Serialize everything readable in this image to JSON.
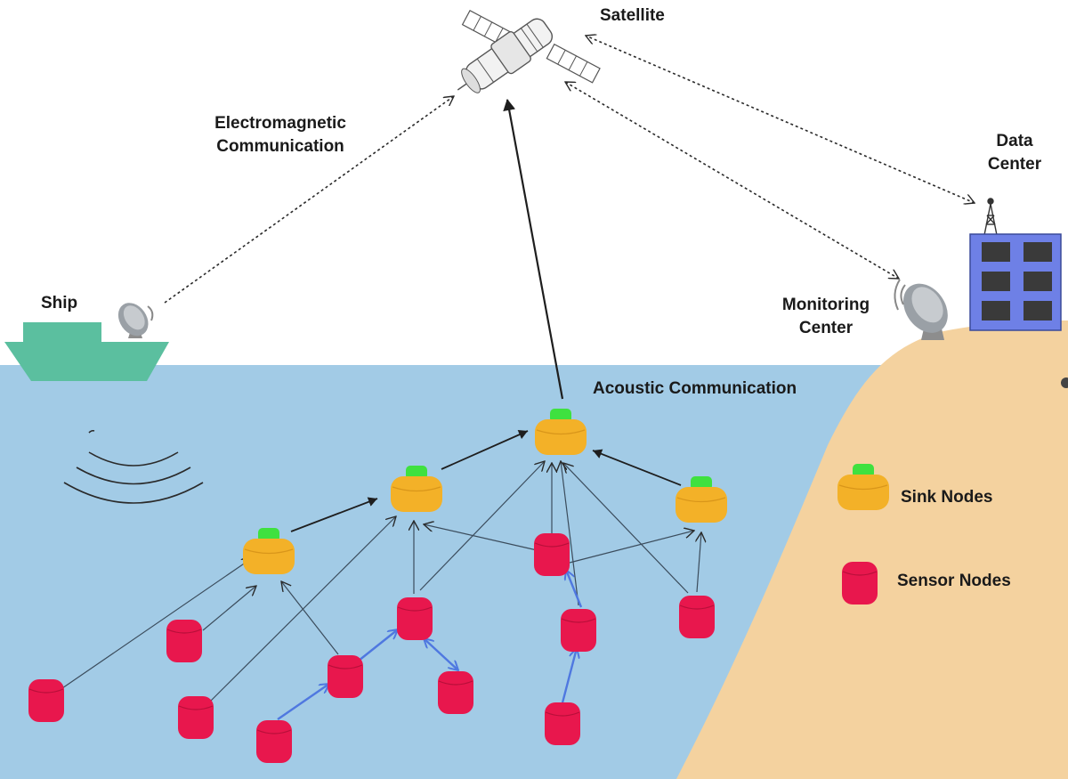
{
  "labels": {
    "satellite": "Satellite",
    "electromagnetic": [
      "Electromagnetic",
      "Communication"
    ],
    "ship": "Ship",
    "data_center": [
      "Data",
      "Center"
    ],
    "monitoring_center": [
      "Monitoring",
      "Center"
    ],
    "acoustic": "Acoustic Communication"
  },
  "legend": {
    "sink": "Sink Nodes",
    "sensor": "Sensor Nodes"
  },
  "colors": {
    "water": "#a2cbe6",
    "land": "#f4d29f",
    "ship_hull": "#5bbf9f",
    "sink_body": "#f3b128",
    "sink_top": "#3fe13f",
    "sensor": "#e8174d",
    "building": "#6e80e6",
    "window": "#3a3a3a",
    "blue_link": "#4f78e0"
  },
  "icons": [
    "satellite-icon",
    "satellite-dish-icon",
    "radio-tower-icon",
    "building-icon",
    "ship-icon",
    "sound-wave-icon"
  ]
}
